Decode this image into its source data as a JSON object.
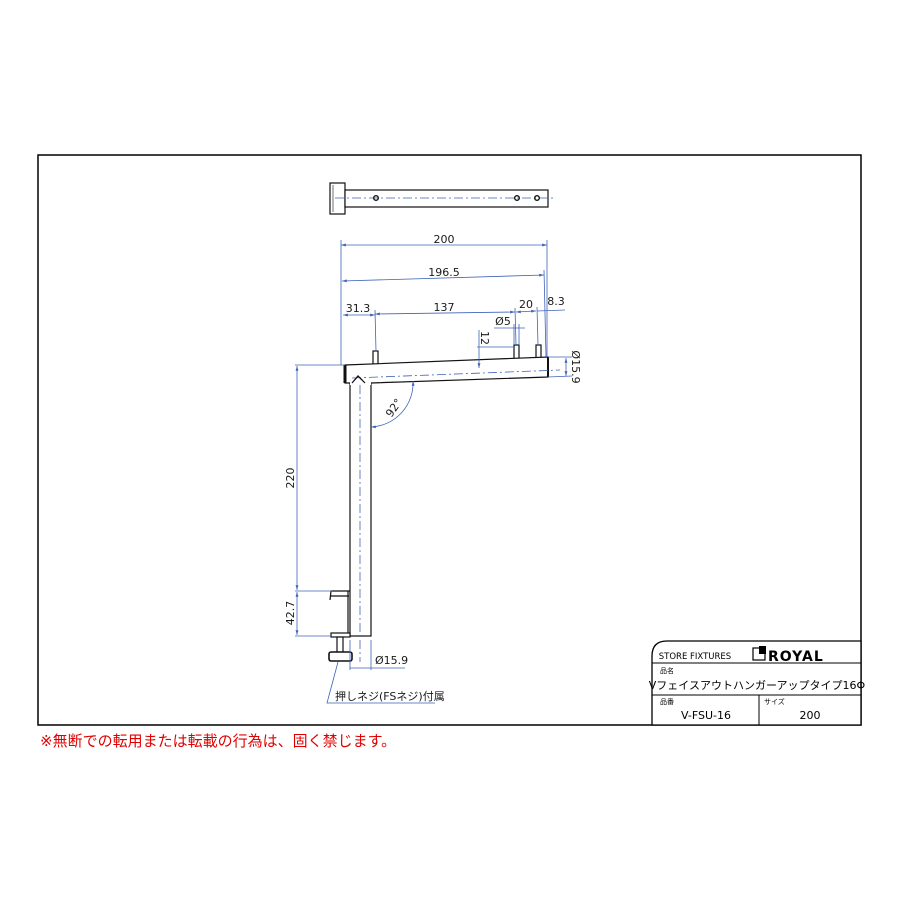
{
  "drawing": {
    "dimensions": {
      "overall_width": "200",
      "arm_length": "196.5",
      "first_pin_offset": "31.3",
      "pin_spacing": "137",
      "pin_gap": "20",
      "end_offset": "8.3",
      "pin_diameter": "Ø5",
      "pin_height": "12",
      "arm_diameter": "Ø15.9",
      "angle": "92°",
      "post_length": "220",
      "clamp_height": "42.7",
      "post_diameter": "Ø15.9"
    },
    "note": "押しネジ(FSネジ)付属"
  },
  "title_block": {
    "company_tag": "STORE FIXTURES",
    "logo_text": "ROYAL",
    "name_label": "品名",
    "product_name": "Vフェイスアウトハンガーアップタイプ16Φ",
    "code_label": "品番",
    "product_code": "V-FSU-16",
    "size_label": "サイズ",
    "size_value": "200"
  },
  "notice": "※無断での転用または転載の行為は、固く禁じます。",
  "colors": {
    "dimension": "#3f63b8",
    "notice": "#e00000"
  }
}
